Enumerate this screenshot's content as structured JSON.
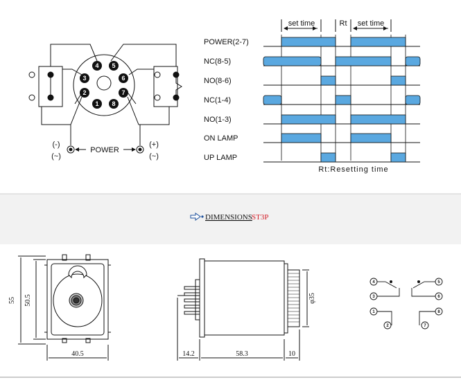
{
  "colors": {
    "accent": "#5aa8e0",
    "band": "#f2f2f2",
    "title_red": "#d4202a"
  },
  "wiring": {
    "pin_labels": [
      "4",
      "5",
      "3",
      "6",
      "2",
      "7",
      "1",
      "8"
    ],
    "power_label": "POWER",
    "left_terminal_signs": [
      "(-)",
      "(~)"
    ],
    "right_terminal_signs": [
      "(+)",
      "(~)"
    ]
  },
  "timing": {
    "header": {
      "set_time_1": "set time",
      "reset": "Rt",
      "set_time_2": "set time"
    },
    "rows": [
      {
        "label": "POWER(2-7)"
      },
      {
        "label": "NC(8-5)"
      },
      {
        "label": "NO(8-6)"
      },
      {
        "label": "NC(1-4)"
      },
      {
        "label": "NO(1-3)"
      },
      {
        "label": "ON LAMP"
      },
      {
        "label": "UP LAMP"
      }
    ],
    "footnote": "Rt:Resetting time"
  },
  "section": {
    "icon": "arrow-right-icon",
    "heading": "DIMENSIONS",
    "model": "ST3P"
  },
  "dimensions": {
    "front": {
      "height_outer": "55",
      "height_inner": "50.5",
      "width": "40.5"
    },
    "side": {
      "pin_length": "14.2",
      "body_length": "58.3",
      "knob_length": "10",
      "diameter": "φ35"
    },
    "schematic": {
      "left_pins": [
        "4",
        "3",
        "1"
      ],
      "right_pins": [
        "5",
        "6",
        "8"
      ],
      "left_coil": "2",
      "right_coil": "7"
    }
  }
}
